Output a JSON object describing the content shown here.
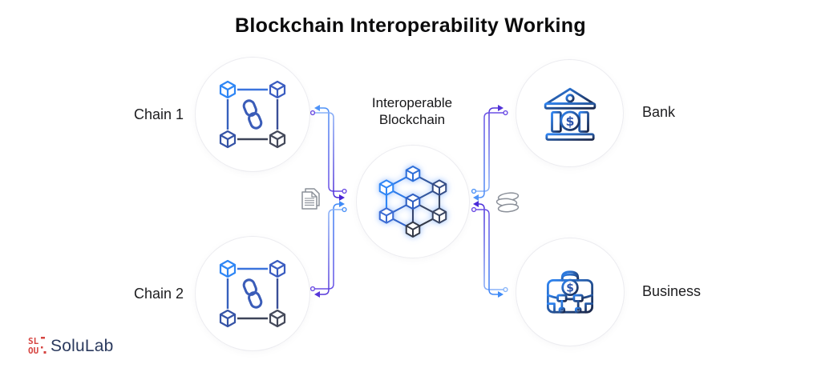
{
  "header": {
    "title": "Blockchain Interoperability Working"
  },
  "nodes": {
    "chain1": {
      "label": "Chain 1",
      "icon": "linked-cubes-icon"
    },
    "chain2": {
      "label": "Chain 2",
      "icon": "linked-cubes-icon"
    },
    "center": {
      "label": "Interoperable Blockchain",
      "icon": "blockchain-network-icon"
    },
    "bank": {
      "label": "Bank",
      "icon": "bank-building-icon"
    },
    "business": {
      "label": "Business",
      "icon": "briefcase-dollar-icon"
    }
  },
  "side_icons": {
    "left": "document-icon",
    "right": "coins-stack-icon"
  },
  "logo": {
    "text": "SoluLab",
    "mark_top": "SL",
    "mark_bottom": "OU"
  },
  "colors": {
    "blue": "#2f86f5",
    "light_blue": "#8ab6f9",
    "indigo": "#5636d9",
    "dark_navy": "#1b2647",
    "gray_icon": "#8b9099",
    "logo_red": "#d64541",
    "logo_navy": "#2b3a5e"
  }
}
